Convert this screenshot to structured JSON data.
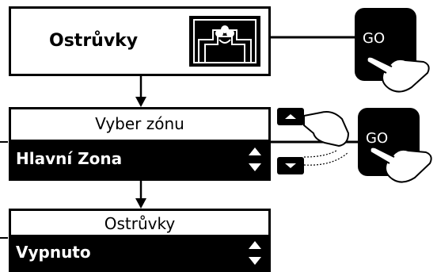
{
  "screen1": {
    "title": "Ostrůvky",
    "icon": "flower-bed-icon"
  },
  "screen2": {
    "label": "Vyber zónu",
    "value": "Hlavní Zona"
  },
  "screen3": {
    "label": "Ostrůvky",
    "value": "Vypnuto"
  },
  "go_button": {
    "label": "GO"
  },
  "colors": {
    "ink": "#000000",
    "paper": "#ffffff"
  }
}
